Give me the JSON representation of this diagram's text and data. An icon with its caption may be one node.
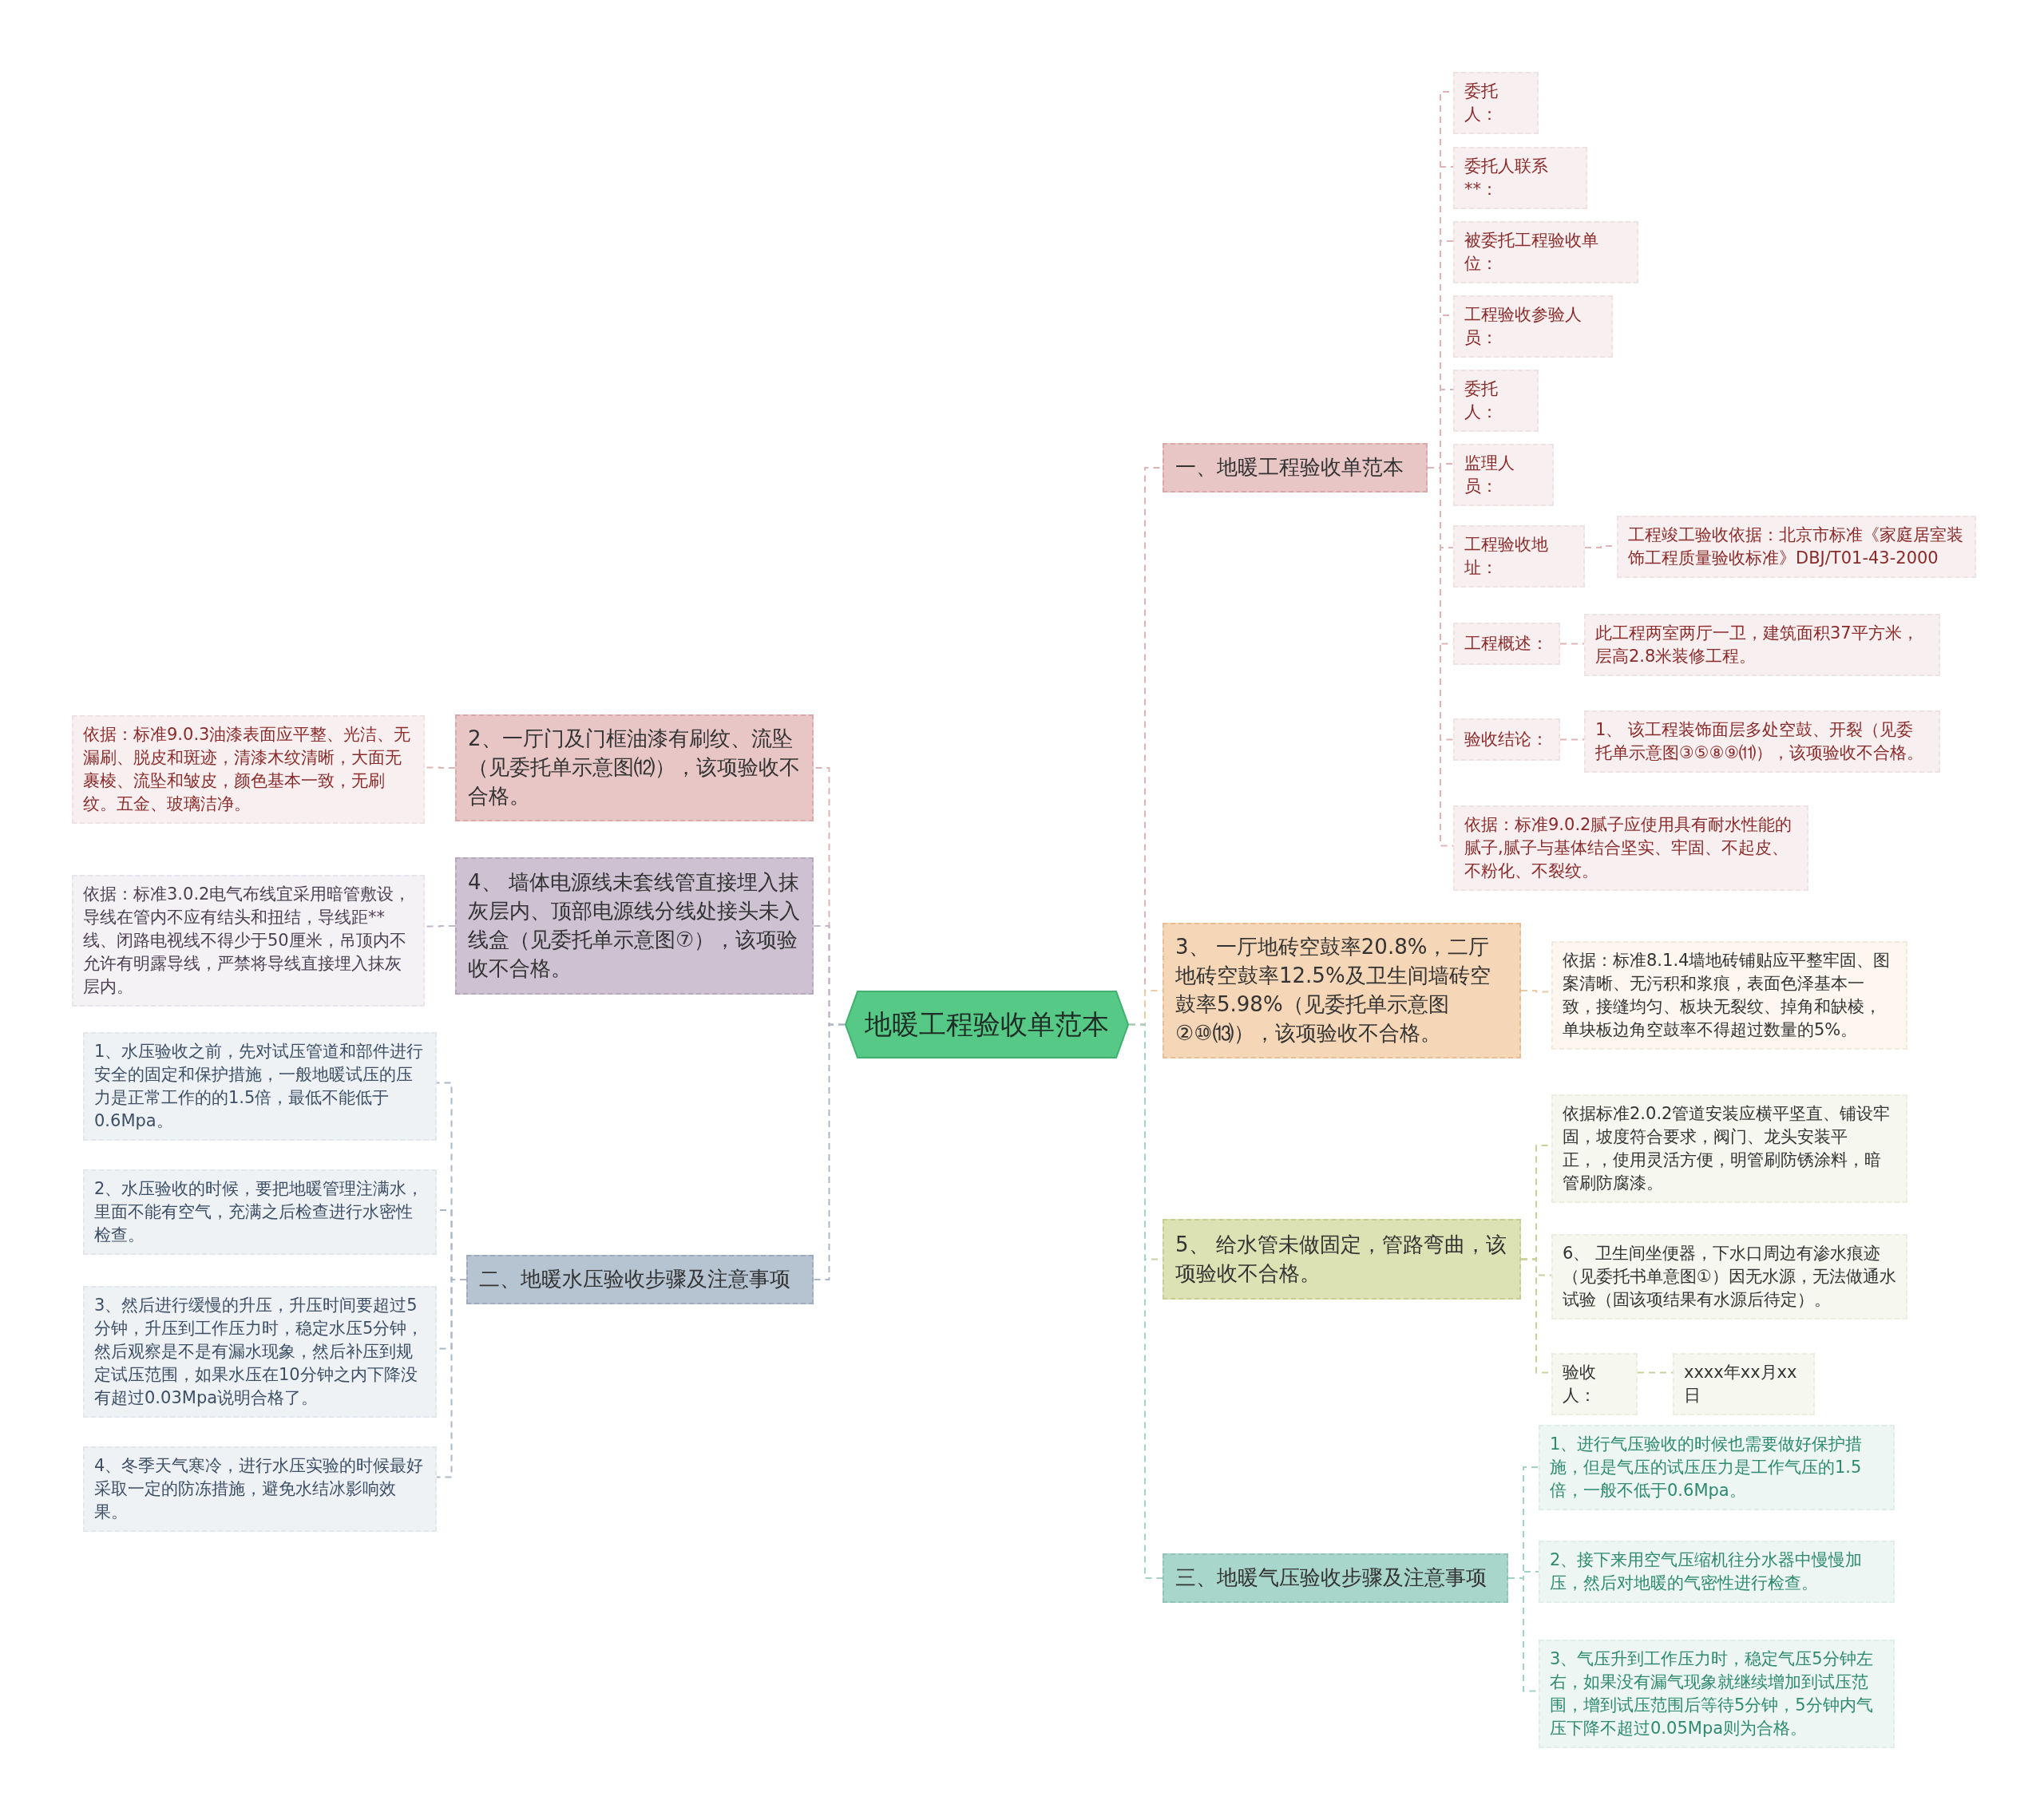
{
  "diagram": {
    "nodes": [
      {
        "text": [
          "地暖工程验收单范本"
        ]
      },
      {
        "text": [
          "一、地暖工程验收单范本"
        ]
      },
      {
        "text": [
          "委托人："
        ]
      },
      {
        "text": [
          "委托人联系**："
        ]
      },
      {
        "text": [
          "被委托工程验收单位："
        ]
      },
      {
        "text": [
          "工程验收参验人员："
        ]
      },
      {
        "text": [
          "委托人："
        ]
      },
      {
        "text": [
          "监理人员："
        ]
      },
      {
        "text": [
          "工程验收地址："
        ]
      },
      {
        "text": [
          "工程竣工验收依据：北京市标准《家庭居室装饰工程质量验收标准》DBJ/T01-43-2000"
        ]
      },
      {
        "text": [
          "工程概述："
        ]
      },
      {
        "text": [
          "此工程两室两厅一卫，建筑面积37平方米，层高2.8米装修工程。"
        ]
      },
      {
        "text": [
          "验收结论："
        ]
      },
      {
        "text": [
          "1、 该工程装饰面层多处空鼓、开裂（见委托单示意图③⑤⑧⑨⑾），该项验收不合格。"
        ]
      },
      {
        "text": [
          "依据：标准9.0.2腻子应使用具有耐水性能的腻子,腻子与基体结合坚实、牢固、不起皮、不粉化、不裂纹。"
        ]
      },
      {
        "text": [
          "3、 一厅地砖空鼓率20.8%，二厅地砖空鼓率12.5%及卫生间墙砖空鼓率5.98%（见委托单示意图②⑩⒀），该项验收不合格。"
        ]
      },
      {
        "text": [
          "依据：标准8.1.4墙地砖铺贴应平整牢固、图案清晰、无污积和浆痕，表面色泽基本一致，接缝均匀、板块无裂纹、掉角和缺棱，单块板边角空鼓率不得超过数量的5%。"
        ]
      },
      {
        "text": [
          "5、 给水管未做固定，管路弯曲，该项验收不合格。"
        ]
      },
      {
        "text": [
          "依据标准2.0.2管道安装应横平坚直、铺设牢固，坡度符合要求，阀门、龙头安装平正，，使用灵活方便，明管刷防锈涂料，暗管刷防腐漆。"
        ]
      },
      {
        "text": [
          "6、 卫生间坐便器，下水口周边有渗水痕迹（见委托书单意图①）因无水源，无法做通水试验（固该项结果有水源后待定）。"
        ]
      },
      {
        "text": [
          "验收人："
        ]
      },
      {
        "text": [
          "xxxx年xx月xx日"
        ]
      },
      {
        "text": [
          "三、地暖气压验收步骤及注意事项"
        ]
      },
      {
        "text": [
          "1、进行气压验收的时候也需要做好保护措施，但是气压的试压压力是工作气压的1.5倍，一般不低于0.6Mpa。"
        ]
      },
      {
        "text": [
          "2、接下来用空气压缩机往分水器中慢慢加压，然后对地暖的气密性进行检查。"
        ]
      },
      {
        "text": [
          "3、气压升到工作压力时，稳定气压5分钟左右，如果没有漏气现象就继续增加到试压范围，增到试压范围后等待5分钟，5分钟内气压下降不超过0.05Mpa则为合格。"
        ]
      },
      {
        "text": [
          "2、一厅门及门框油漆有刷纹、流坠（见委托单示意图⑿），该项验收不合格。"
        ]
      },
      {
        "text": [
          "依据：标准9.0.3油漆表面应平整、光洁、无漏刷、脱皮和斑迹，清漆木纹清晰，大面无裹棱、流坠和皱皮，颜色基本一致，无刷纹。五金、玻璃洁净。"
        ]
      },
      {
        "text": [
          "4、 墙体电源线未套线管直接埋入抹灰层内、顶部电源线分线处接头未入线盒（见委托单示意图⑦），该项验收不合格。"
        ]
      },
      {
        "text": [
          "依据：标准3.0.2电气布线宜采用暗管敷设，导线在管内不应有结头和扭结，导线距**线、闭路电视线不得少于50厘米，吊顶内不允许有明露导线，严禁将导线直接埋入抹灰层内。"
        ]
      },
      {
        "text": [
          "二、地暖水压验收步骤及注意事项"
        ]
      },
      {
        "text": [
          "1、水压验收之前，先对试压管道和部件进行安全的固定和保护措施，一般地暖试压的压力是正常工作的的1.5倍，最低不能低于0.6Mpa。"
        ]
      },
      {
        "text": [
          "2、水压验收的时候，要把地暖管理注满水，里面不能有空气，充满之后检查进行水密性检查。"
        ]
      },
      {
        "text": [
          "3、然后进行缓慢的升压，升压时间要超过5分钟，升压到工作压力时，稳定水压5分钟，然后观察是不是有漏水现象，然后补压到规定试压范围，如果水压在10分钟之内下降没有超过0.03Mpa说明合格了。"
        ]
      },
      {
        "text": [
          "4、冬季天气寒冷，进行水压实验的时候最好采取一定的防冻措施，避免水结冰影响效果。"
        ]
      }
    ],
    "edges": [
      {
        "from": 0,
        "to": 1,
        "arrow": "none",
        "style": "dashed",
        "color": "#e0b4b4"
      },
      {
        "from": 0,
        "to": 15,
        "arrow": "none",
        "style": "dashed",
        "color": "#eccaa6"
      },
      {
        "from": 0,
        "to": 17,
        "arrow": "none",
        "style": "dashed",
        "color": "#c9d09a"
      },
      {
        "from": 0,
        "to": 22,
        "arrow": "none",
        "style": "dashed",
        "color": "#a3d2c6"
      },
      {
        "from": 0,
        "to": 26,
        "arrow": "none",
        "style": "dashed",
        "color": "#e0b4b4"
      },
      {
        "from": 0,
        "to": 28,
        "arrow": "none",
        "style": "dashed",
        "color": "#c4b4cc"
      },
      {
        "from": 0,
        "to": 30,
        "arrow": "none",
        "style": "dashed",
        "color": "#a9b7c7"
      },
      {
        "from": 1,
        "to": 2,
        "arrow": "none",
        "style": "dashed",
        "color": "#e0b4b4"
      },
      {
        "from": 1,
        "to": 3,
        "arrow": "none",
        "style": "dashed",
        "color": "#e0b4b4"
      },
      {
        "from": 1,
        "to": 4,
        "arrow": "none",
        "style": "dashed",
        "color": "#e0b4b4"
      },
      {
        "from": 1,
        "to": 5,
        "arrow": "none",
        "style": "dashed",
        "color": "#e0b4b4"
      },
      {
        "from": 1,
        "to": 6,
        "arrow": "none",
        "style": "dashed",
        "color": "#e0b4b4"
      },
      {
        "from": 1,
        "to": 7,
        "arrow": "none",
        "style": "dashed",
        "color": "#e0b4b4"
      },
      {
        "from": 1,
        "to": 8,
        "arrow": "none",
        "style": "dashed",
        "color": "#e0b4b4"
      },
      {
        "from": 8,
        "to": 9,
        "arrow": "none",
        "style": "dashed",
        "color": "#e0b4b4"
      },
      {
        "from": 1,
        "to": 10,
        "arrow": "none",
        "style": "dashed",
        "color": "#e0b4b4"
      },
      {
        "from": 10,
        "to": 11,
        "arrow": "none",
        "style": "dashed",
        "color": "#e0b4b4"
      },
      {
        "from": 1,
        "to": 12,
        "arrow": "none",
        "style": "dashed",
        "color": "#e0b4b4"
      },
      {
        "from": 12,
        "to": 13,
        "arrow": "none",
        "style": "dashed",
        "color": "#e0b4b4"
      },
      {
        "from": 1,
        "to": 14,
        "arrow": "none",
        "style": "dashed",
        "color": "#e0b4b4"
      },
      {
        "from": 15,
        "to": 16,
        "arrow": "none",
        "style": "dashed",
        "color": "#eccaa6"
      },
      {
        "from": 17,
        "to": 18,
        "arrow": "none",
        "style": "dashed",
        "color": "#c9d09a"
      },
      {
        "from": 17,
        "to": 19,
        "arrow": "none",
        "style": "dashed",
        "color": "#c9d09a"
      },
      {
        "from": 17,
        "to": 20,
        "arrow": "none",
        "style": "dashed",
        "color": "#c9d09a"
      },
      {
        "from": 20,
        "to": 21,
        "arrow": "none",
        "style": "dashed",
        "color": "#c9d09a"
      },
      {
        "from": 22,
        "to": 23,
        "arrow": "none",
        "style": "dashed",
        "color": "#a3d2c6"
      },
      {
        "from": 22,
        "to": 24,
        "arrow": "none",
        "style": "dashed",
        "color": "#a3d2c6"
      },
      {
        "from": 22,
        "to": 25,
        "arrow": "none",
        "style": "dashed",
        "color": "#a3d2c6"
      },
      {
        "from": 26,
        "to": 27,
        "arrow": "none",
        "style": "dashed",
        "color": "#e0b4b4"
      },
      {
        "from": 28,
        "to": 29,
        "arrow": "none",
        "style": "dashed",
        "color": "#c4b4cc"
      },
      {
        "from": 30,
        "to": 31,
        "arrow": "none",
        "style": "dashed",
        "color": "#a9b7c7"
      },
      {
        "from": 30,
        "to": 32,
        "arrow": "none",
        "style": "dashed",
        "color": "#a9b7c7"
      },
      {
        "from": 30,
        "to": 33,
        "arrow": "none",
        "style": "dashed",
        "color": "#a9b7c7"
      },
      {
        "from": 30,
        "to": 34,
        "arrow": "none",
        "style": "dashed",
        "color": "#a9b7c7"
      }
    ]
  }
}
